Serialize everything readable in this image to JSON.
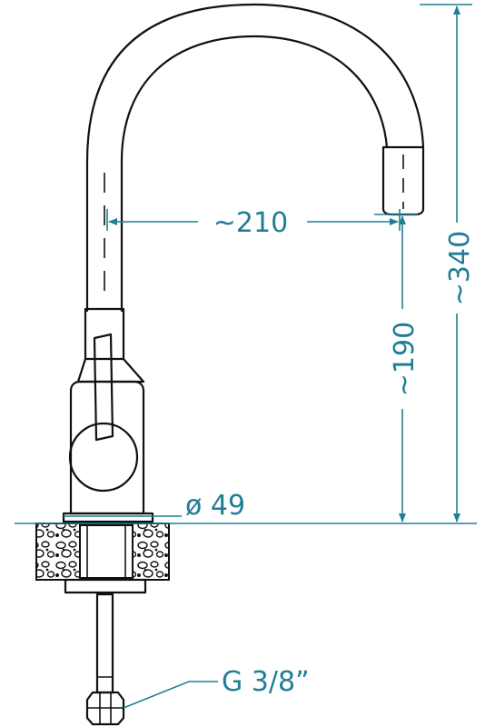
{
  "colors": {
    "dimension": "#1f7e95",
    "outline": "#111111",
    "background": "#ffffff"
  },
  "dimensions": {
    "reach": "~210",
    "spout_height": "~190",
    "total_height": "~340",
    "base_diameter": "ø 49",
    "thread": "G 3/8”"
  }
}
